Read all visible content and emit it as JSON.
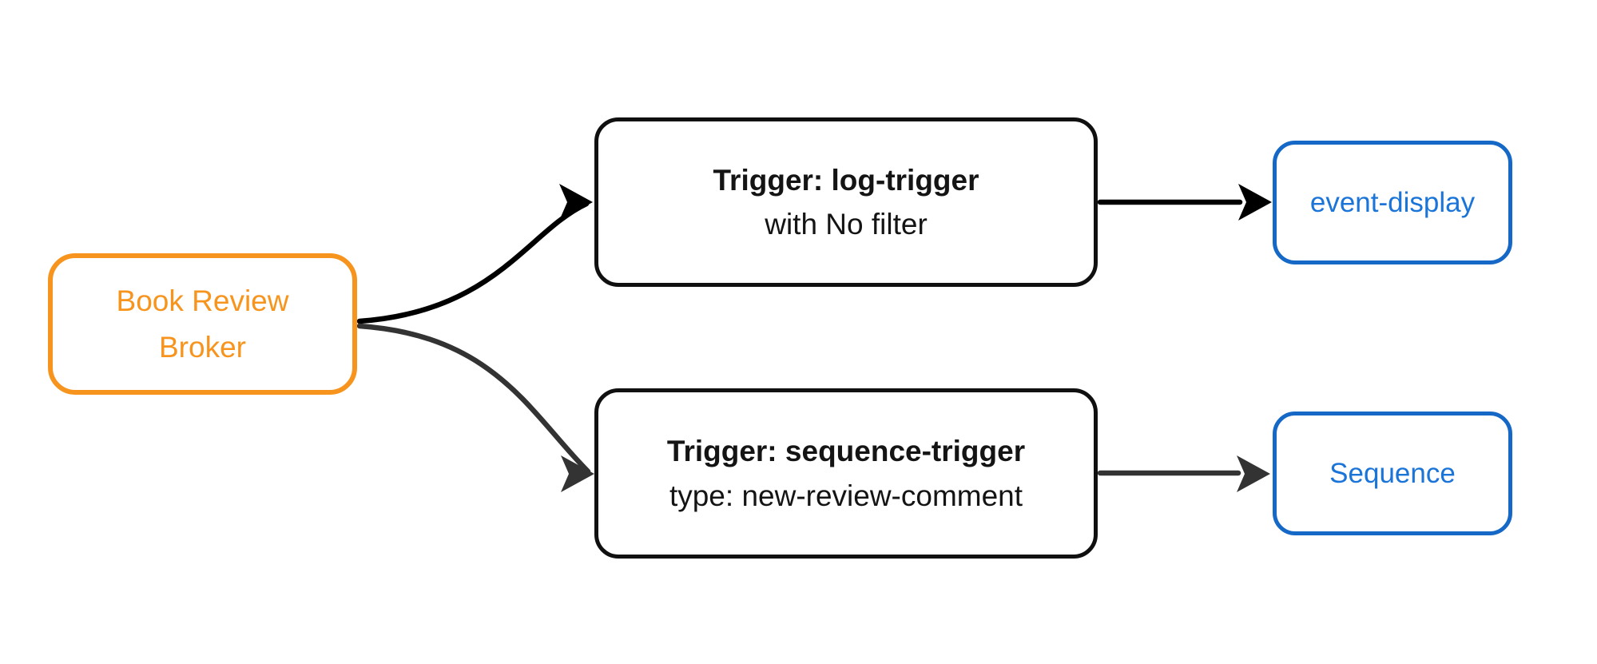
{
  "diagram": {
    "kind": "event-flow-diagram",
    "background": "#ffffff",
    "colors": {
      "broker_accent": "#f7941e",
      "trigger_border": "#101010",
      "trigger_text": "#141414",
      "sink_border": "#1668c6",
      "sink_text": "#1b74d8",
      "edge_primary": "#000000",
      "edge_secondary": "#333333"
    },
    "nodes": {
      "broker": {
        "label": "Book Review Broker"
      },
      "log_trigger": {
        "title": "Trigger: log-trigger",
        "subtitle": "with No filter"
      },
      "sequence_trigger": {
        "title": "Trigger: sequence-trigger",
        "subtitle": "type: new-review-comment"
      },
      "event_display": {
        "label": "event-display"
      },
      "sequence": {
        "label": "Sequence"
      }
    },
    "edges": [
      {
        "from": "broker",
        "to": "log_trigger"
      },
      {
        "from": "broker",
        "to": "sequence_trigger"
      },
      {
        "from": "log_trigger",
        "to": "event_display"
      },
      {
        "from": "sequence_trigger",
        "to": "sequence"
      }
    ]
  }
}
